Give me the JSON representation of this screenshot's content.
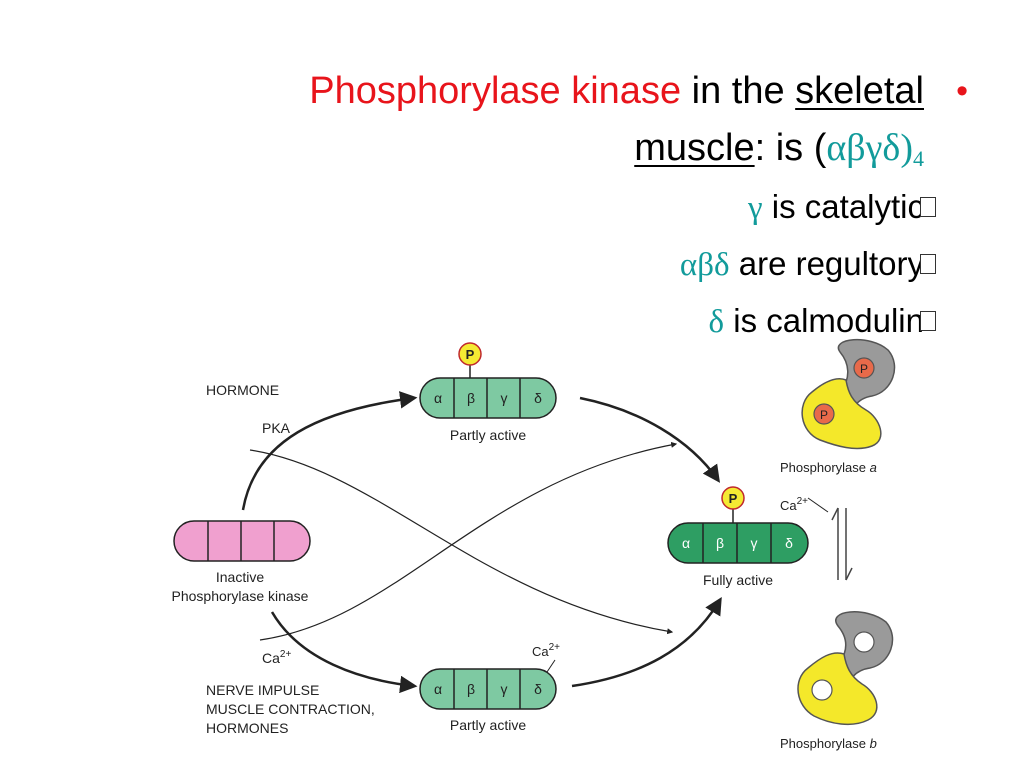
{
  "heading": {
    "title_red": "Phosphorylase kinase",
    "title_mid": " in the ",
    "title_underlined_1": "skeletal ",
    "title_underlined_2": "muscle",
    "title_tail": ": is (",
    "title_greek": "αβγδ",
    "title_close": ")",
    "title_sub": "4",
    "bullet": "•"
  },
  "sub_points": [
    {
      "greek": "γ",
      "text": " is catalytic"
    },
    {
      "greek": "αβδ",
      "text": " are regultory"
    },
    {
      "greek": "δ",
      "text": " is calmodulin"
    }
  ],
  "diagram": {
    "hormone_label": "HORMONE",
    "pka_label": "PKA",
    "ca_left_label": "Ca",
    "ca_sup": "2+",
    "nerve_line1": "NERVE IMPULSE",
    "nerve_line2": "MUSCLE CONTRACTION,",
    "nerve_line3": "HORMONES",
    "inactive_line1": "Inactive",
    "inactive_line2": "Phosphorylase kinase",
    "subunits": [
      "α",
      "β",
      "γ",
      "δ"
    ],
    "p_label": "P",
    "partly_active_label": "Partly active",
    "fully_active_label": "Fully active",
    "ca_label": "Ca",
    "phosphorylase_a_label": "Phosphorylase ",
    "phosphorylase_a_letter": "a",
    "phosphorylase_b_label": "Phosphorylase ",
    "phosphorylase_b_letter": "b"
  },
  "colors": {
    "title_red": "#e8141b",
    "greek_teal": "#129b9b",
    "inactive_fill": "#f0a0cf",
    "partly_fill": "#7ec9a2",
    "fully_fill": "#2e9e63",
    "phosphate_fill": "#f5ea33",
    "phosphate_stroke": "#c0282d",
    "enzyme_gray": "#9a9a9a",
    "enzyme_yellow": "#f4e82a",
    "p_on_enzyme": "#e86a4a"
  }
}
